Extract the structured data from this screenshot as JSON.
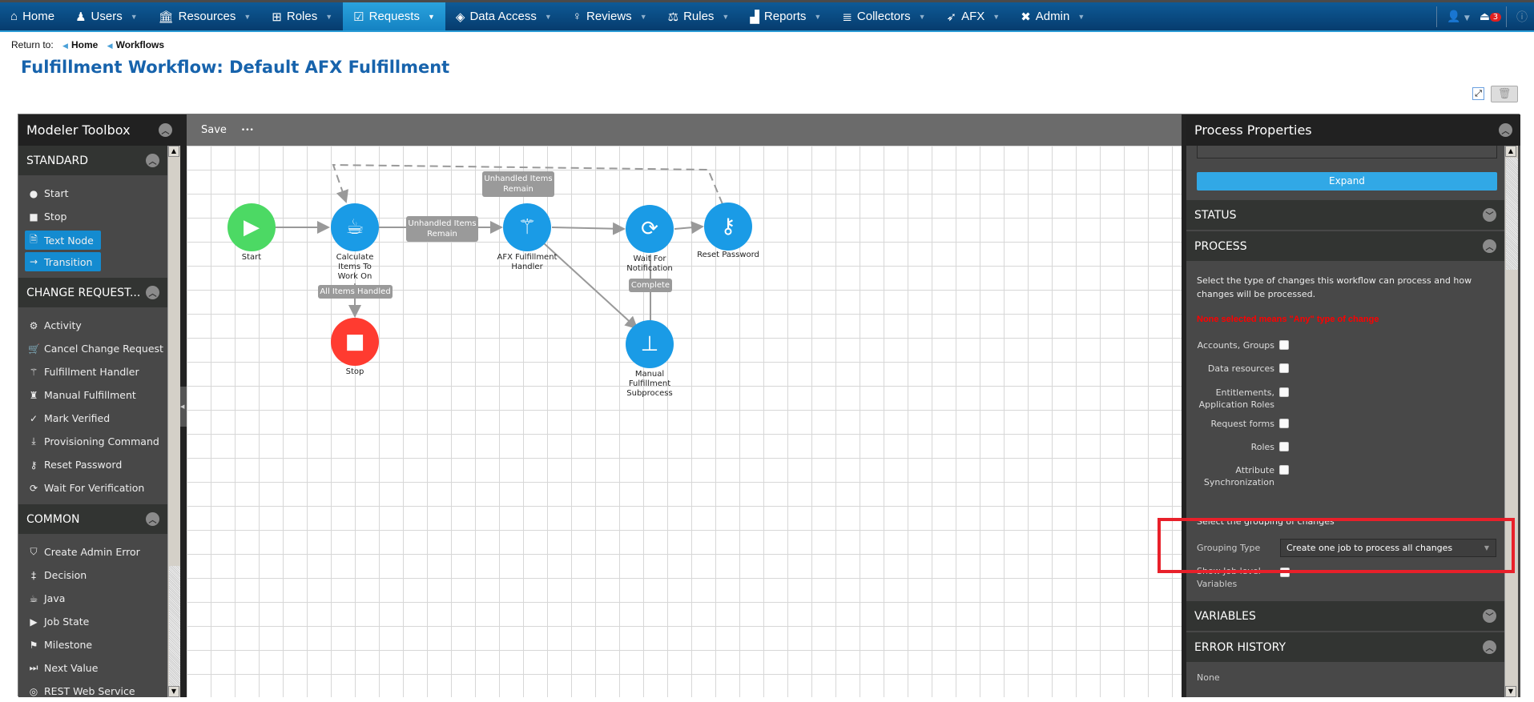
{
  "nav": {
    "items": [
      {
        "label": "Home",
        "icon": "home-icon",
        "glyph": "⌂",
        "caret": false
      },
      {
        "label": "Users",
        "icon": "users-icon",
        "glyph": "♟",
        "caret": true
      },
      {
        "label": "Resources",
        "icon": "resources-icon",
        "glyph": "🏛",
        "caret": true
      },
      {
        "label": "Roles",
        "icon": "roles-icon",
        "glyph": "⊞",
        "caret": true
      },
      {
        "label": "Requests",
        "icon": "clipboard-icon",
        "glyph": "☑",
        "caret": true,
        "active": true
      },
      {
        "label": "Data Access",
        "icon": "layers-icon",
        "glyph": "◈",
        "caret": true
      },
      {
        "label": "Reviews",
        "icon": "reviews-icon",
        "glyph": "♀",
        "caret": true
      },
      {
        "label": "Rules",
        "icon": "scale-icon",
        "glyph": "⚖",
        "caret": true
      },
      {
        "label": "Reports",
        "icon": "chart-icon",
        "glyph": "▟",
        "caret": true
      },
      {
        "label": "Collectors",
        "icon": "database-icon",
        "glyph": "≣",
        "caret": true
      },
      {
        "label": "AFX",
        "icon": "rocket-icon",
        "glyph": "➶",
        "caret": true
      },
      {
        "label": "Admin",
        "icon": "tools-icon",
        "glyph": "✖",
        "caret": true
      }
    ],
    "notification_count": "3"
  },
  "breadcrumb": {
    "prefix": "Return to:",
    "items": [
      "Home",
      "Workflows"
    ]
  },
  "page_title": "Fulfillment Workflow: Default AFX Fulfillment",
  "toolbox": {
    "title": "Modeler Toolbox",
    "sections": [
      {
        "title": "STANDARD",
        "items": [
          {
            "label": "Start",
            "icon": "circle-icon"
          },
          {
            "label": "Stop",
            "icon": "square-icon"
          },
          {
            "label": "Text Node",
            "icon": "document-icon",
            "highlight": true
          },
          {
            "label": "Transition",
            "icon": "arrow-right-icon",
            "highlight": true
          }
        ]
      },
      {
        "title": "CHANGE REQUEST...",
        "items": [
          {
            "label": "Activity",
            "icon": "gears-icon"
          },
          {
            "label": "Cancel Change Request",
            "icon": "cart-cancel-icon"
          },
          {
            "label": "Fulfillment Handler",
            "icon": "magic-wand-icon"
          },
          {
            "label": "Manual Fulfillment",
            "icon": "person-box-icon"
          },
          {
            "label": "Mark Verified",
            "icon": "check-circle-icon"
          },
          {
            "label": "Provisioning Command",
            "icon": "download-icon"
          },
          {
            "label": "Reset Password",
            "icon": "key-icon"
          },
          {
            "label": "Wait For Verification",
            "icon": "refresh-icon"
          }
        ]
      },
      {
        "title": "COMMON",
        "items": [
          {
            "label": "Create Admin Error",
            "icon": "shield-icon"
          },
          {
            "label": "Decision",
            "icon": "signpost-icon"
          },
          {
            "label": "Java",
            "icon": "coffee-icon"
          },
          {
            "label": "Job State",
            "icon": "play-circle-icon"
          },
          {
            "label": "Milestone",
            "icon": "flag-icon"
          },
          {
            "label": "Next Value",
            "icon": "next-icon"
          },
          {
            "label": "REST Web Service",
            "icon": "broadcast-icon"
          }
        ]
      }
    ]
  },
  "canvas": {
    "save_label": "Save",
    "more_label": "•••",
    "nodes": [
      {
        "label": "Start",
        "color": "#4cd964",
        "icon": "play-icon"
      },
      {
        "label": "Calculate Items To Work On",
        "color": "#1a9be6",
        "icon": "coffee-icon"
      },
      {
        "label": "AFX Fulfillment Handler",
        "color": "#1a9be6",
        "icon": "magic-wand-icon"
      },
      {
        "label": "Wait For Notification",
        "color": "#1a9be6",
        "icon": "refresh-icon"
      },
      {
        "label": "Reset Password",
        "color": "#1a9be6",
        "icon": "key-icon"
      },
      {
        "label": "Stop",
        "color": "#ff3b30",
        "icon": "stop-icon"
      },
      {
        "label": "Manual Fulfillment Subprocess",
        "color": "#1a9be6",
        "icon": "sitemap-icon"
      }
    ],
    "transitions": [
      "Unhandled Items Remain",
      "Unhandled Items Remain",
      "All Items Handled",
      "Complete"
    ]
  },
  "properties": {
    "title": "Process Properties",
    "expand_label": "Expand",
    "sections": {
      "status": "STATUS",
      "process": "PROCESS",
      "variables": "VARIABLES",
      "error_history": "ERROR HISTORY"
    },
    "description": "Select the type of changes this workflow can process and how changes will be processed.",
    "warning": "None selected means \"Any\" type of change",
    "change_types": [
      {
        "label": "Accounts, Groups",
        "checked": false
      },
      {
        "label": "Data resources",
        "checked": false
      },
      {
        "label": "Entitlements, Application Roles",
        "checked": false
      },
      {
        "label": "Request forms",
        "checked": false
      },
      {
        "label": "Roles",
        "checked": false
      },
      {
        "label": "Attribute Synchronization",
        "checked": false
      }
    ],
    "grouping_heading": "Select the grouping of changes",
    "grouping_type_label": "Grouping Type",
    "grouping_type_value": "Create one job to process all changes",
    "show_job_vars_label": "Show Job level Variables",
    "error_history_value": "None"
  },
  "colors": {
    "accent": "#1a9be6",
    "highlight_box": "#e8202a",
    "warning": "#ff0000"
  }
}
